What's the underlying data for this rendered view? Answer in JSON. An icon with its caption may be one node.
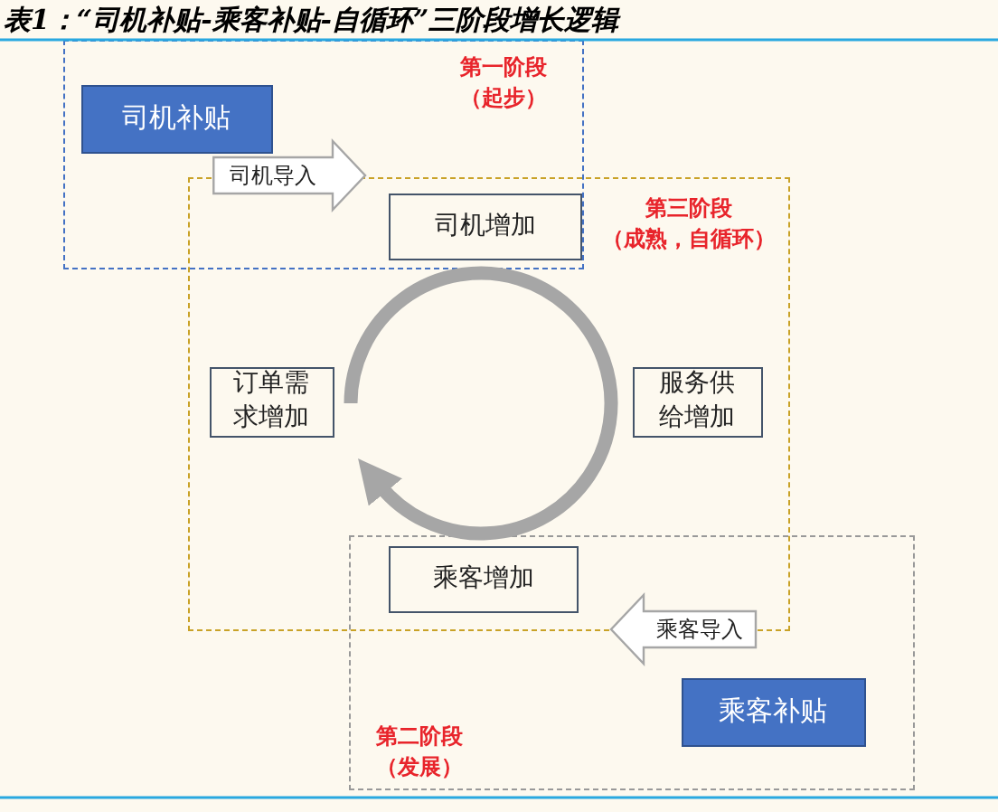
{
  "diagram": {
    "title": "表1：“司机补贴-乘客补贴-自循环”三阶段增长逻辑",
    "nodes": [
      {
        "text": [
          "第一阶段",
          "（起步）"
        ]
      },
      {
        "text": [
          "司机补贴"
        ],
        "in": 0
      },
      {
        "text": [
          "第三阶段",
          "（成熟，自循环）"
        ]
      },
      {
        "text": [
          "司机增加"
        ]
      },
      {
        "text": [
          "订单需求增加"
        ],
        "in": 2
      },
      {
        "text": [
          "服务供给增加"
        ],
        "in": 2
      },
      {
        "text": [
          "第二阶段",
          "（发展）"
        ]
      },
      {
        "text": [
          "乘客增加"
        ]
      },
      {
        "text": [
          "乘客补贴"
        ],
        "in": 6
      }
    ],
    "edges": [
      {
        "from": 1,
        "to": 3,
        "arrow": "to",
        "label": "司机导入"
      },
      {
        "from": 8,
        "to": 7,
        "arrow": "to",
        "label": "乘客导入"
      }
    ]
  }
}
